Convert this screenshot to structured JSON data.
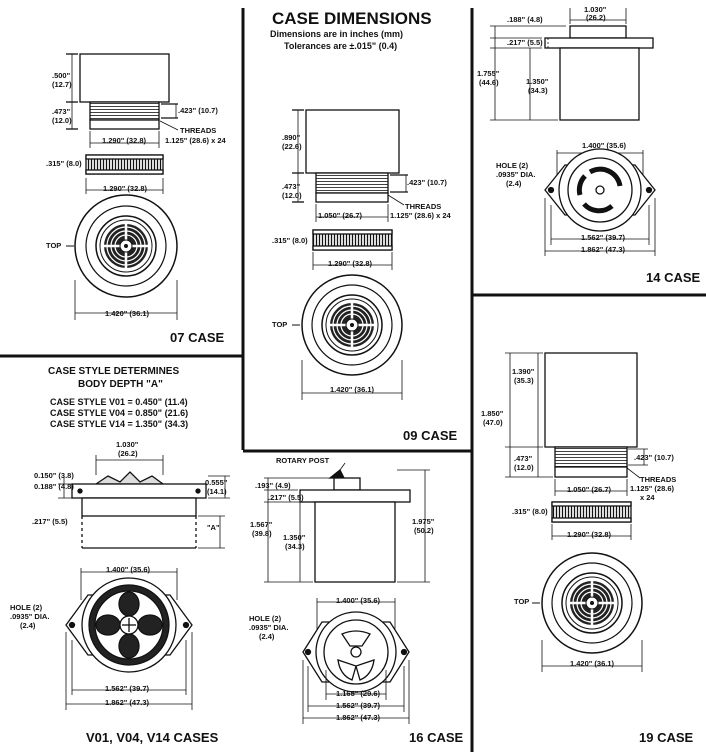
{
  "header": {
    "title": "CASE DIMENSIONS",
    "subtitle_1": "Dimensions are in inches (mm)",
    "subtitle_2": "Tolerances are ±.015\" (0.4)"
  },
  "case_07": {
    "label": "07 CASE",
    "d_500": ".500\"",
    "d_500_mm": "(12.7)",
    "d_473": ".473\"",
    "d_473_mm": "(12.0)",
    "d_423": ".423\" (10.7)",
    "threads": "THREADS",
    "threads_spec": "1.125\" (28.6) x 24",
    "d_1290": "1.290\" (32.8)",
    "d_315": ".315\" (8.0)",
    "d_1290b": "1.290\" (32.8)",
    "top": "TOP",
    "d_1420": "1.420\" (36.1)"
  },
  "case_09": {
    "label": "09 CASE",
    "d_890": ".890\"",
    "d_890_mm": "(22.6)",
    "d_473": ".473\"",
    "d_473_mm": "(12.0)",
    "d_423": ".423\" (10.7)",
    "threads": "THREADS",
    "threads_spec": "1.125\" (28.6) x 24",
    "d_1050": "1.050\" (26.7)",
    "d_315": ".315\" (8.0)",
    "d_1290": "1.290\" (32.8)",
    "top": "TOP",
    "d_1420": "1.420\" (36.1)"
  },
  "case_14": {
    "label": "14 CASE",
    "d_188": ".188\" (4.8)",
    "d_1030": "1.030\"",
    "d_1030_mm": "(26.2)",
    "d_217": ".217\" (5.5)",
    "d_1755": "1.755\"",
    "d_1755_mm": "(44.6)",
    "d_1350": "1.350\"",
    "d_1350_mm": "(34.3)",
    "d_1400": "1.400\" (35.6)",
    "hole": "HOLE (2)",
    "hole_dia": ".0935\" DIA.",
    "hole_mm": "(2.4)",
    "d_1562": "1.562\" (39.7)",
    "d_1862": "1.862\" (47.3)"
  },
  "case_v": {
    "label": "V01, V04, V14 CASES",
    "heading_1": "CASE STYLE DETERMINES",
    "heading_2": "BODY DEPTH \"A\"",
    "style_1": "CASE STYLE V01 = 0.450\" (11.4)",
    "style_2": "CASE STYLE V04 = 0.850\" (21.6)",
    "style_3": "CASE STYLE V14 = 1.350\" (34.3)",
    "d_1030": "1.030\"",
    "d_1030_mm": "(26.2)",
    "d_150": "0.150\" (3.8)",
    "d_188": "0.188\" (4.8)",
    "d_555": "0.555\"",
    "d_555_mm": "(14.1)",
    "d_217": ".217\" (5.5)",
    "a_label": "\"A\"",
    "d_1400": "1.400\" (35.6)",
    "hole": "HOLE (2)",
    "hole_dia": ".0935\" DIA.",
    "hole_mm": "(2.4)",
    "d_1562": "1.562\" (39.7)",
    "d_1862": "1.862\" (47.3)"
  },
  "case_16": {
    "label": "16 CASE",
    "rotary": "ROTARY POST",
    "d_193": ".193\" (4.9)",
    "d_217": ".217\" (5.5)",
    "d_1567": "1.567\"",
    "d_1567_mm": "(39.8)",
    "d_1350": "1.350\"",
    "d_1350_mm": "(34.3)",
    "d_1975": "1.975\"",
    "d_1975_mm": "(50.2)",
    "d_1400": "1.400\" (35.6)",
    "hole": "HOLE (2)",
    "hole_dia": ".0935\" DIA.",
    "hole_mm": "(2.4)",
    "d_1165": "1.165\" (29.6)",
    "d_1562": "1.562\" (39.7)",
    "d_1862": "1.862\" (47.3)"
  },
  "case_19": {
    "label": "19 CASE",
    "d_1390": "1.390\"",
    "d_1390_mm": "(35.3)",
    "d_1850": "1.850\"",
    "d_1850_mm": "(47.0)",
    "d_473": ".473\"",
    "d_473_mm": "(12.0)",
    "d_423": ".423\" (10.7)",
    "threads": "THREADS",
    "threads_spec": "1.125\" (28.6)",
    "threads_x": "x 24",
    "d_1050": "1.050\" (26.7)",
    "d_315": ".315\" (8.0)",
    "d_1290": "1.290\" (32.8)",
    "top": "TOP",
    "d_1420": "1.420\" (36.1)"
  }
}
